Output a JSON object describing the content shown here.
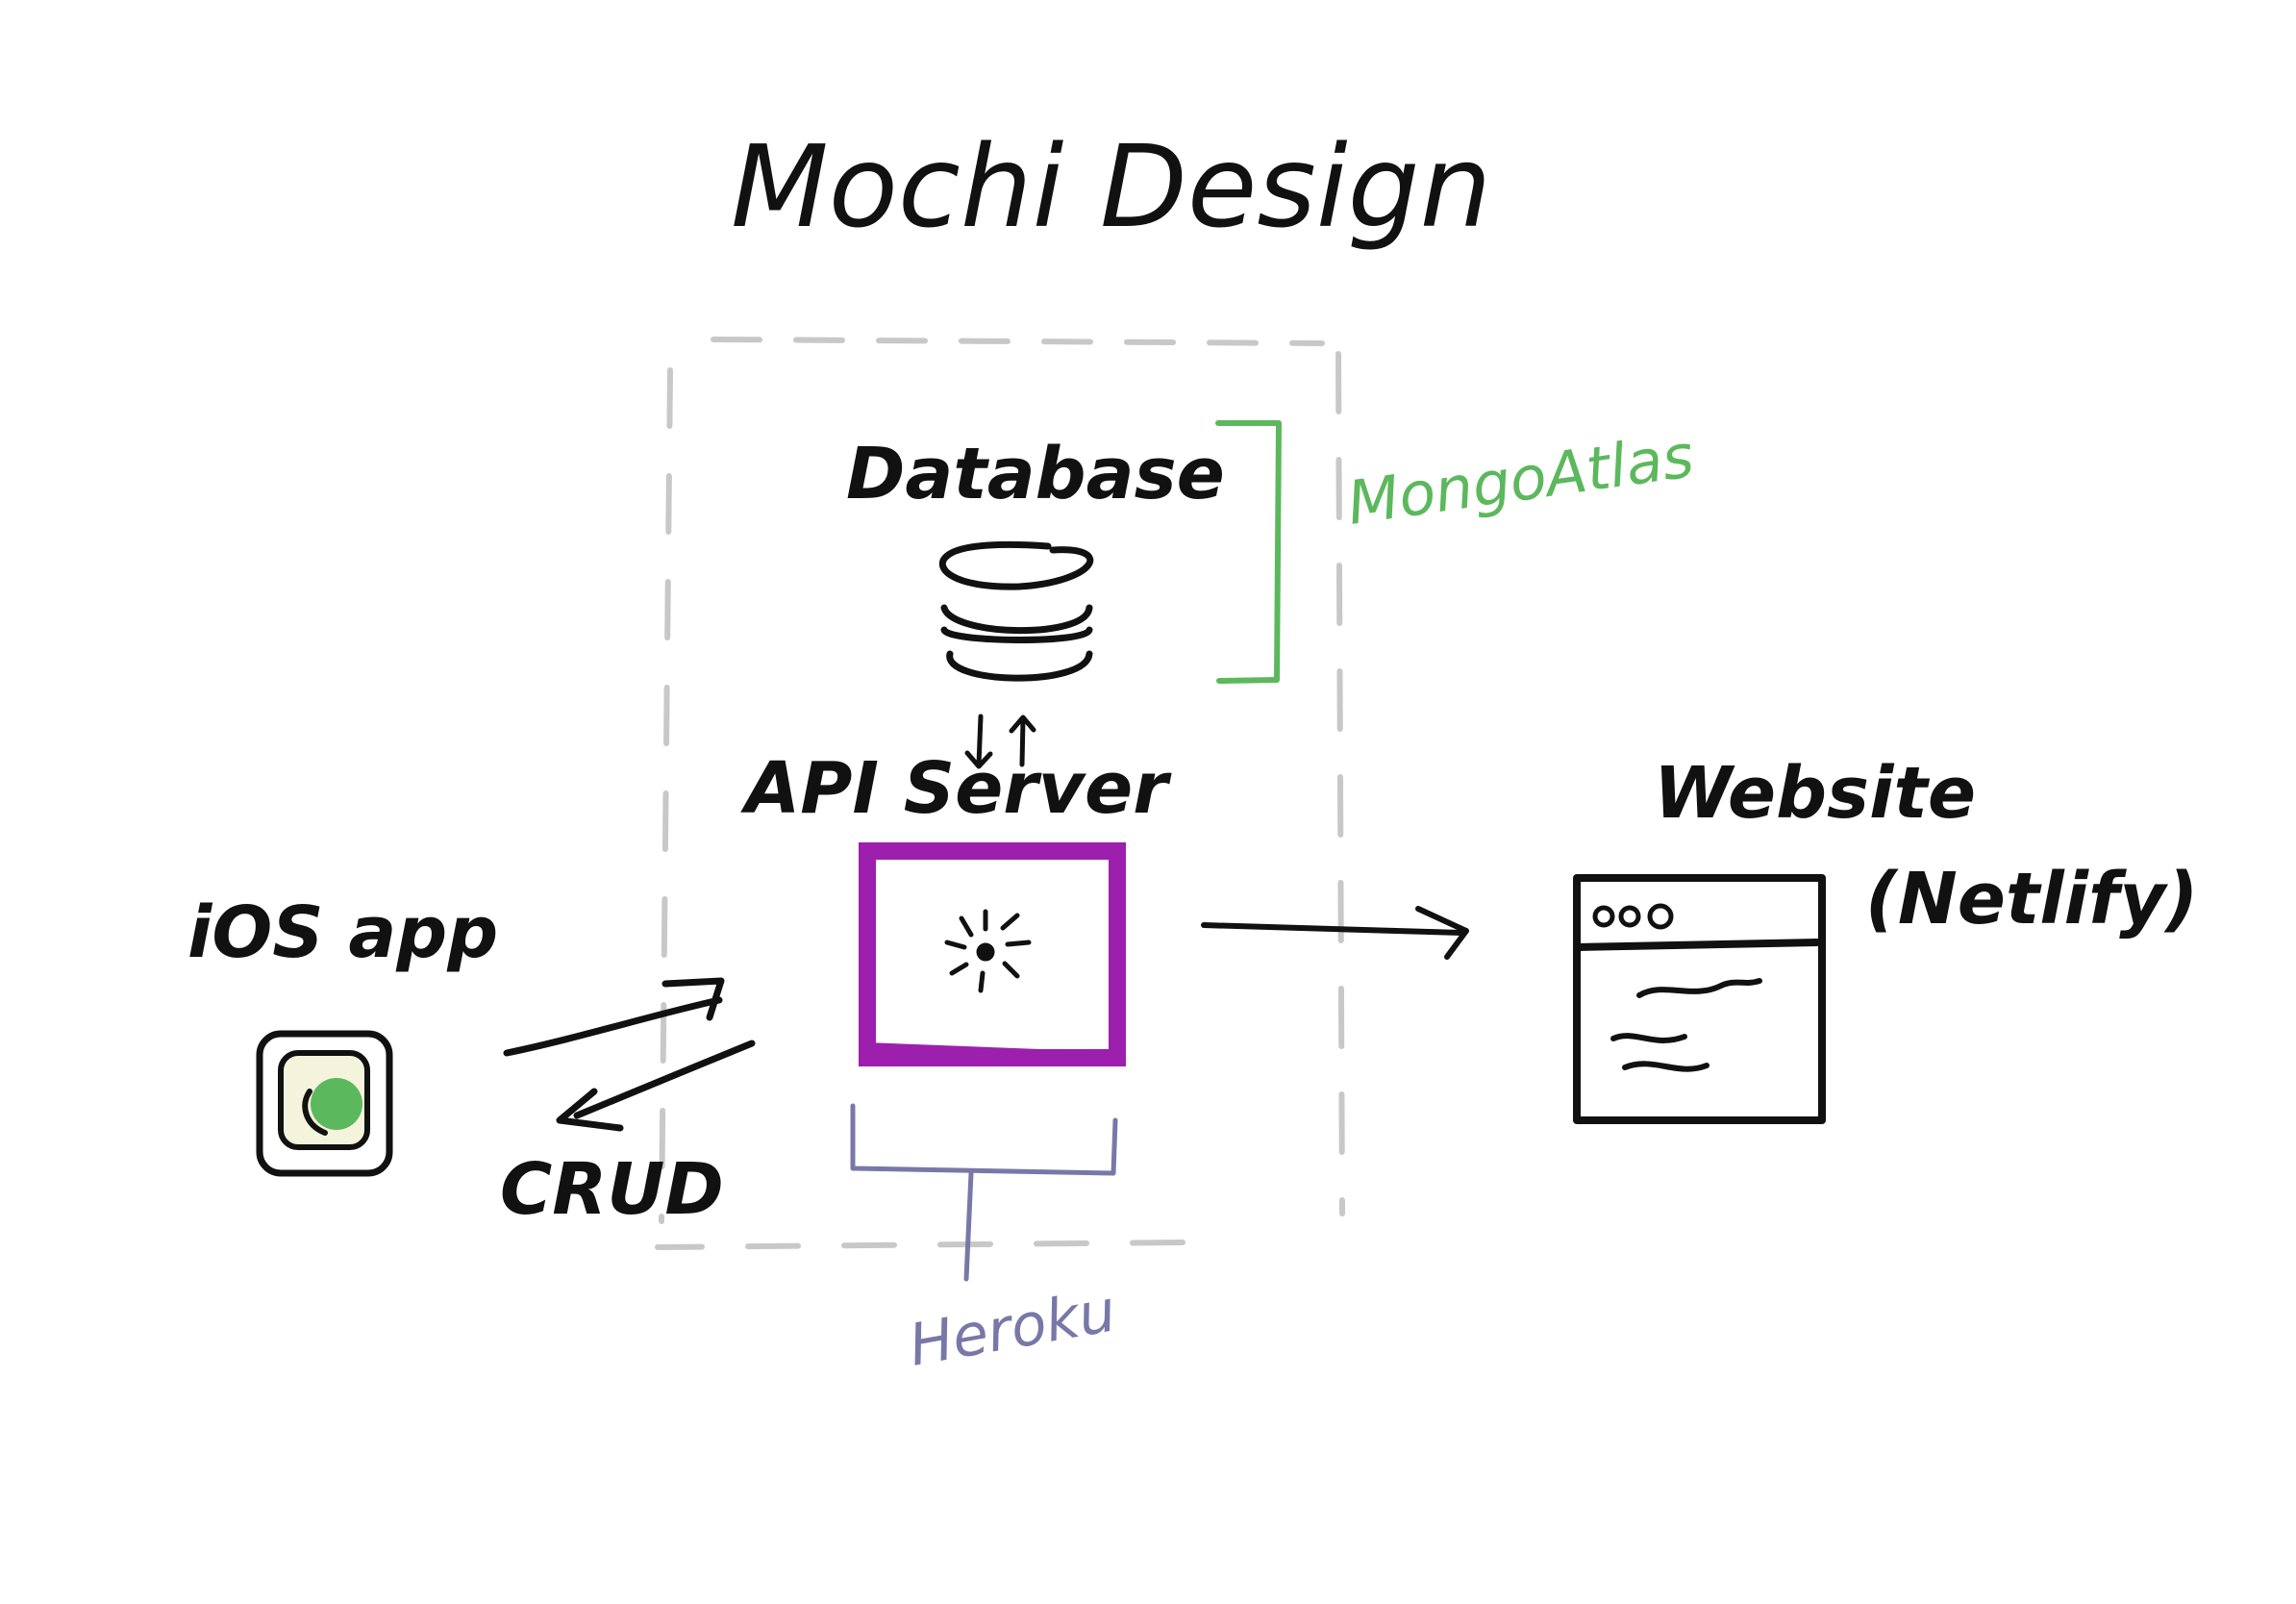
{
  "title": "Mochi Design",
  "nodes": {
    "database": {
      "label": "Database",
      "host_label": "MongoAtlas"
    },
    "api_server": {
      "label": "API Server",
      "host_label": "Heroku"
    },
    "ios_app": {
      "label": "iOS app"
    },
    "website": {
      "label": "Website",
      "host_label": "(Netlify)"
    }
  },
  "edges": {
    "ios_api": {
      "label": "CRUD"
    }
  },
  "colors": {
    "ink": "#111111",
    "boundary": "#c8c8c8",
    "mongo": "#5cb85c",
    "heroku": "#7878a8",
    "server": "#9c1fae",
    "app_icon_fill": "#f4f4dc",
    "app_icon_dot": "#5cb85c"
  }
}
